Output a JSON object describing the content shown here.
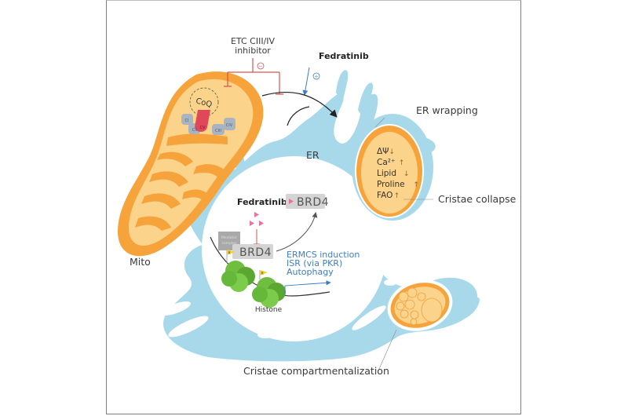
{
  "figure": {
    "colors": {
      "er_blue": "#a8d9ea",
      "mito_outer": "#f5a33a",
      "mito_inner": "#fbd38a",
      "inhibit_red": "#d9534f",
      "activate_blue": "#3f7fc0",
      "histone_green": "#6fbe3f",
      "brd4_box": "#d4d4d4",
      "complex_gray": "#a9b4c2",
      "complex_red": "#e0485a"
    },
    "labels": {
      "etc_inhibitor_line1": "ETC CIII/IV",
      "etc_inhibitor_line2": "inhibitor",
      "inhibit_sign": "−",
      "fedratinib_top": "Fedratinib",
      "activate_sign": "+",
      "coq": "CoQ",
      "complex_ci": "CI",
      "complex_cii": "CII",
      "complex_ciii": "CIII",
      "complex_civ": "CIV",
      "complex_cv": "CV",
      "er_wrapping": "ER wrapping",
      "er": "ER",
      "mito": "Mito",
      "cristae_collapse": "Cristae collapse",
      "cristae_compartmentalization": "Cristae compartmentalization",
      "fedratinib_nucleus": "Fedratinib",
      "brd4_free": "BRD4",
      "brd4_bound": "BRD4",
      "mediator_line1": "Mediator",
      "mediator_line2": "complex",
      "acetyl_mark": "K",
      "outcome_1": "ERMCS induction",
      "outcome_2": "ISR (via PKR)",
      "outcome_3": "Autophagy",
      "histone": "Histone"
    },
    "mito_changes": [
      {
        "label": "ΔΨ",
        "direction": "↓"
      },
      {
        "label": "Ca²⁺",
        "direction": "↑"
      },
      {
        "label": "Lipid",
        "direction": "↓"
      },
      {
        "label": "Proline",
        "direction": "↑"
      },
      {
        "label": "FAO",
        "direction": "↑"
      }
    ]
  }
}
